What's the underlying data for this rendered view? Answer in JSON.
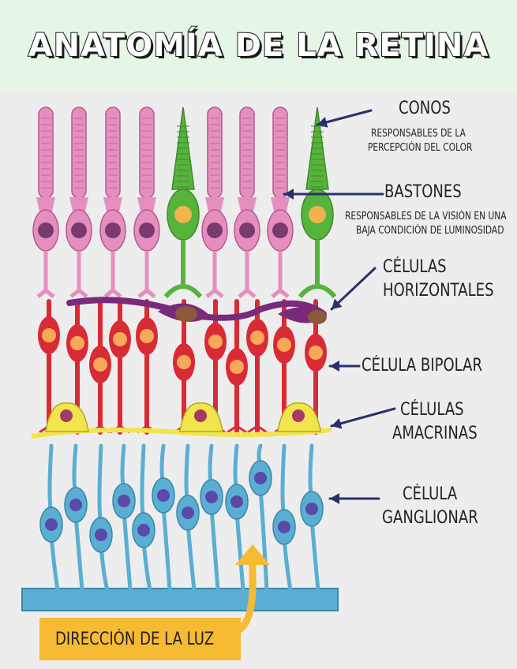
{
  "title": "ANATOMÍA DE LA RETINA",
  "labels": {
    "conos": "CONOS",
    "conos_desc_1": "RESPONSABLES DE LA",
    "conos_desc_2": "PERCEPCIÓN DEL COLOR",
    "bastones": "BASTONES",
    "bastones_desc_1": "RESPONSABLES DE LA VISIÓN EN UNA",
    "bastones_desc_2": "BAJA CONDICIÓN DE LUMINOSIDAD",
    "horizontales_1": "CÉLULAS",
    "horizontales_2": "HORIZONTALES",
    "bipolar": "CÉLULA BIPOLAR",
    "amacrinas_1": "CÉLULAS",
    "amacrinas_2": "AMACRINAS",
    "ganglionar_1": "CÉLULA",
    "ganglionar_2": "GANGLIONAR",
    "luz": "DIRECCIÓN DE LA LUZ"
  },
  "colors": {
    "rod": "#e58fbf",
    "rod_nucleus": "#7a3a6e",
    "cone": "#56b33c",
    "cone_nucleus": "#f3b24d",
    "bipolar": "#d92b35",
    "bipolar_nucleus": "#f7a858",
    "horizontal": "#7a2a7a",
    "amacrine": "#f2e54c",
    "ganglion": "#5aaed3",
    "ganglion_nucleus": "#5a4aa8",
    "light": "#f6ba33",
    "header_bg": "#e6f6e6"
  }
}
